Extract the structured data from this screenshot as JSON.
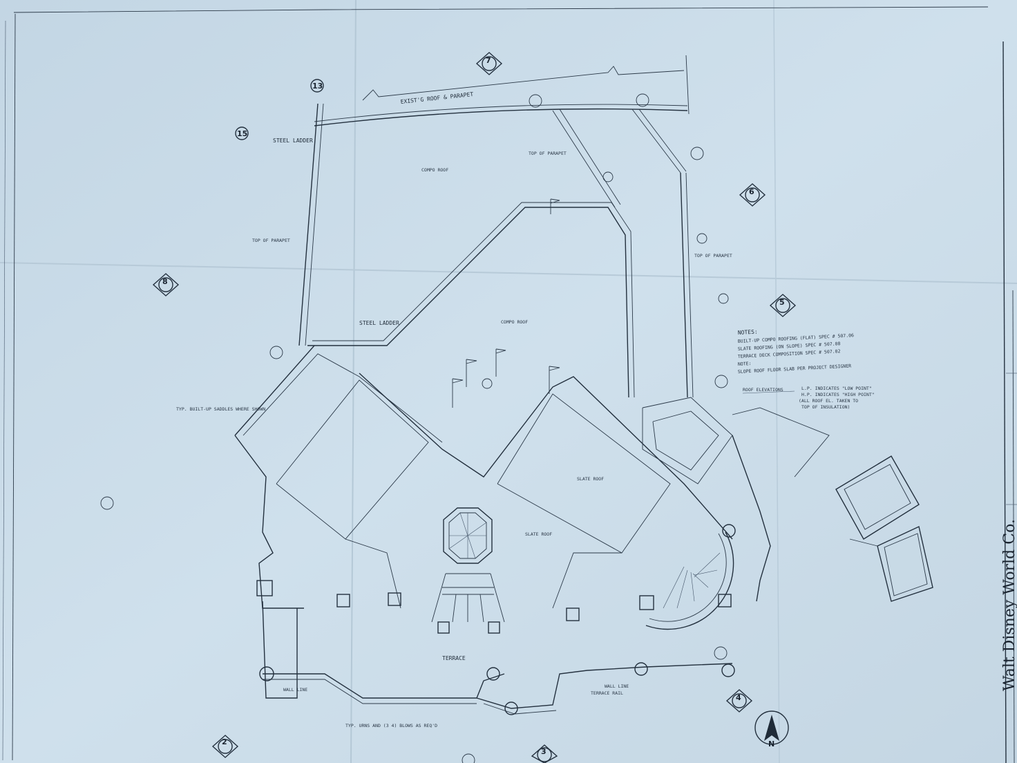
{
  "drawing": {
    "existing_roof": "EXIST'G ROOF & PARAPET",
    "steel_ladder": "STEEL LADDER",
    "top_of_parapet": "TOP OF PARAPET",
    "compo_roof": "COMPO ROOF",
    "slate_roof": "SLATE ROOF",
    "typ_built_up_saddles": "TYP. BUILT-UP SADDLES WHERE SHOWN",
    "terrace": "TERRACE",
    "wall_line": "WALL LINE",
    "terrace_rail": "TERRACE RAIL",
    "typ_urns": "TYP. URNS AND (3 4) BLOWS AS REQ'D",
    "north": "N"
  },
  "notes": {
    "heading": "NOTES:",
    "lines": [
      "BUILT-UP COMPO ROOFING (FLAT) SPEC # 507.06",
      "SLATE ROOFING (ON SLOPE) SPEC # 507.08",
      "TERRACE DECK COMPOSITION SPEC # 507.02",
      "NOTE:",
      "SLOPE ROOF FLOOR SLAB PER PROJECT DESIGNER"
    ]
  },
  "legend": {
    "title": "ROOF ELEVATIONS",
    "lines": [
      "L.P. INDICATES \"LOW POINT\"",
      "H.P. INDICATES \"HIGH POINT\"",
      "(ALL ROOF EL. TAKEN TO",
      "TOP OF INSULATION)"
    ]
  },
  "grid_bubbles": {
    "b13": "13",
    "b15": "15"
  },
  "section_marks": [
    "8",
    "2",
    "3",
    "4",
    "5",
    "6",
    "7"
  ],
  "title_block": {
    "company": "Walt Disney World Co."
  }
}
